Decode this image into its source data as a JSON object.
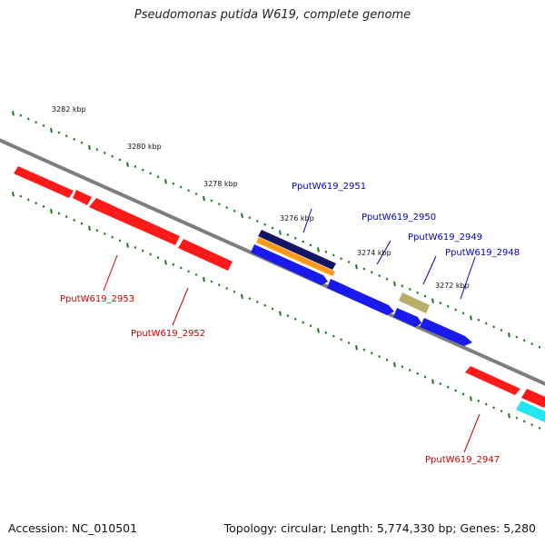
{
  "title": "Pseudomonas putida W619, complete genome",
  "footer": {
    "accession": "Accession: NC_010501",
    "summary": "Topology: circular; Length: 5,774,330 bp; Genes: 5,280"
  },
  "colors": {
    "backbone": "#7d7d7d",
    "tick": "#1a7a1a",
    "reverse_gene": "#ff1a1a",
    "forward_gene": "#1a1aee",
    "cyan_gene": "#22e6f0",
    "khaki_gene": "#b8ae6a",
    "navy_gene": "#151566",
    "orange_gene": "#ff9918",
    "forward_label": "#0000cc",
    "reverse_label": "#cc0000"
  },
  "scale_labels": [
    "3282 kbp",
    "3280 kbp",
    "3278 kbp",
    "3276 kbp",
    "3274 kbp",
    "3272 kbp"
  ],
  "gene_labels": {
    "forward": [
      "PputW619_2951",
      "PputW619_2950",
      "PputW619_2949",
      "PputW619_2948"
    ],
    "reverse": [
      "PputW619_2953",
      "PputW619_2952",
      "PputW619_2947"
    ]
  }
}
